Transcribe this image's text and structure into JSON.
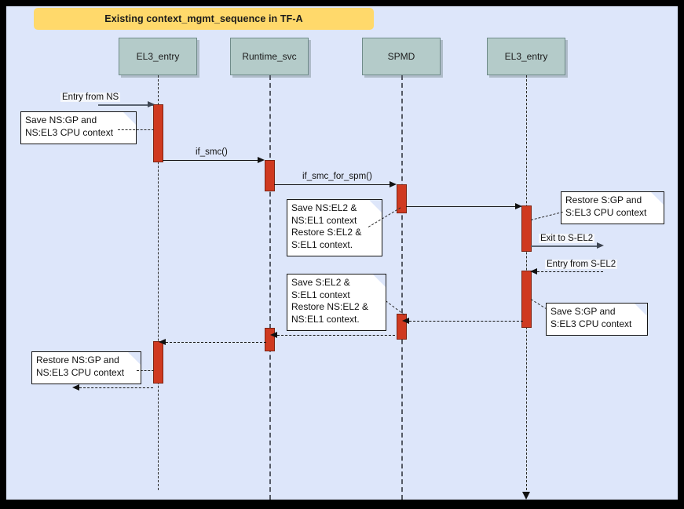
{
  "diagram": {
    "title": "Existing context_mgmt_sequence in TF-A",
    "type": "uml-sequence-diagram",
    "colors": {
      "canvas": "#dde6fa",
      "frame": "#000000",
      "title_bar": "#ffd96b",
      "lifeline_head": "#b4cbc9",
      "activation": "#cf3a20",
      "note": "#ffffff",
      "message": "#111111",
      "message_gray": "#5a6472"
    },
    "lifelines": [
      {
        "id": "el3_entry_left",
        "label": "EL3_entry"
      },
      {
        "id": "runtime_svc",
        "label": "Runtime_svc"
      },
      {
        "id": "spmd",
        "label": "SPMD"
      },
      {
        "id": "el3_entry_right",
        "label": "EL3_entry"
      }
    ],
    "messages": [
      {
        "id": "m1",
        "label": "Entry from NS",
        "style": "solid-gray",
        "from": "external",
        "to": "el3_entry_left"
      },
      {
        "id": "m2",
        "label": "if_smc()",
        "style": "solid",
        "from": "el3_entry_left",
        "to": "runtime_svc"
      },
      {
        "id": "m3",
        "label": "if_smc_for_spm()",
        "style": "solid",
        "from": "runtime_svc",
        "to": "spmd"
      },
      {
        "id": "m4",
        "label": "",
        "style": "solid",
        "from": "spmd",
        "to": "el3_entry_right"
      },
      {
        "id": "m5",
        "label": "Exit to S-EL2",
        "style": "solid-gray",
        "from": "el3_entry_right",
        "to": "external"
      },
      {
        "id": "m6",
        "label": "Entry from S-EL2",
        "style": "dashed",
        "from": "external",
        "to": "el3_entry_right"
      },
      {
        "id": "m7",
        "label": "",
        "style": "dashed",
        "from": "el3_entry_right",
        "to": "spmd"
      },
      {
        "id": "m8",
        "label": "",
        "style": "dashed",
        "from": "spmd",
        "to": "runtime_svc"
      },
      {
        "id": "m9",
        "label": "",
        "style": "dashed",
        "from": "runtime_svc",
        "to": "el3_entry_left"
      },
      {
        "id": "m10",
        "label": "",
        "style": "dashed",
        "from": "el3_entry_left",
        "to": "external"
      }
    ],
    "notes": [
      {
        "id": "n1",
        "text": "Save NS:GP and\nNS:EL3 CPU context"
      },
      {
        "id": "n2",
        "text": "Save NS:EL2 &\nNS:EL1 context\nRestore S:EL2 &\nS:EL1 context."
      },
      {
        "id": "n3",
        "text": "Restore S:GP and\nS:EL3 CPU context"
      },
      {
        "id": "n4",
        "text": "Save S:GP and\nS:EL3 CPU context"
      },
      {
        "id": "n5",
        "text": "Save S:EL2 &\nS:EL1 context\nRestore NS:EL2 &\nNS:EL1 context."
      },
      {
        "id": "n6",
        "text": "Restore NS:GP and\nNS:EL3 CPU context"
      }
    ]
  }
}
